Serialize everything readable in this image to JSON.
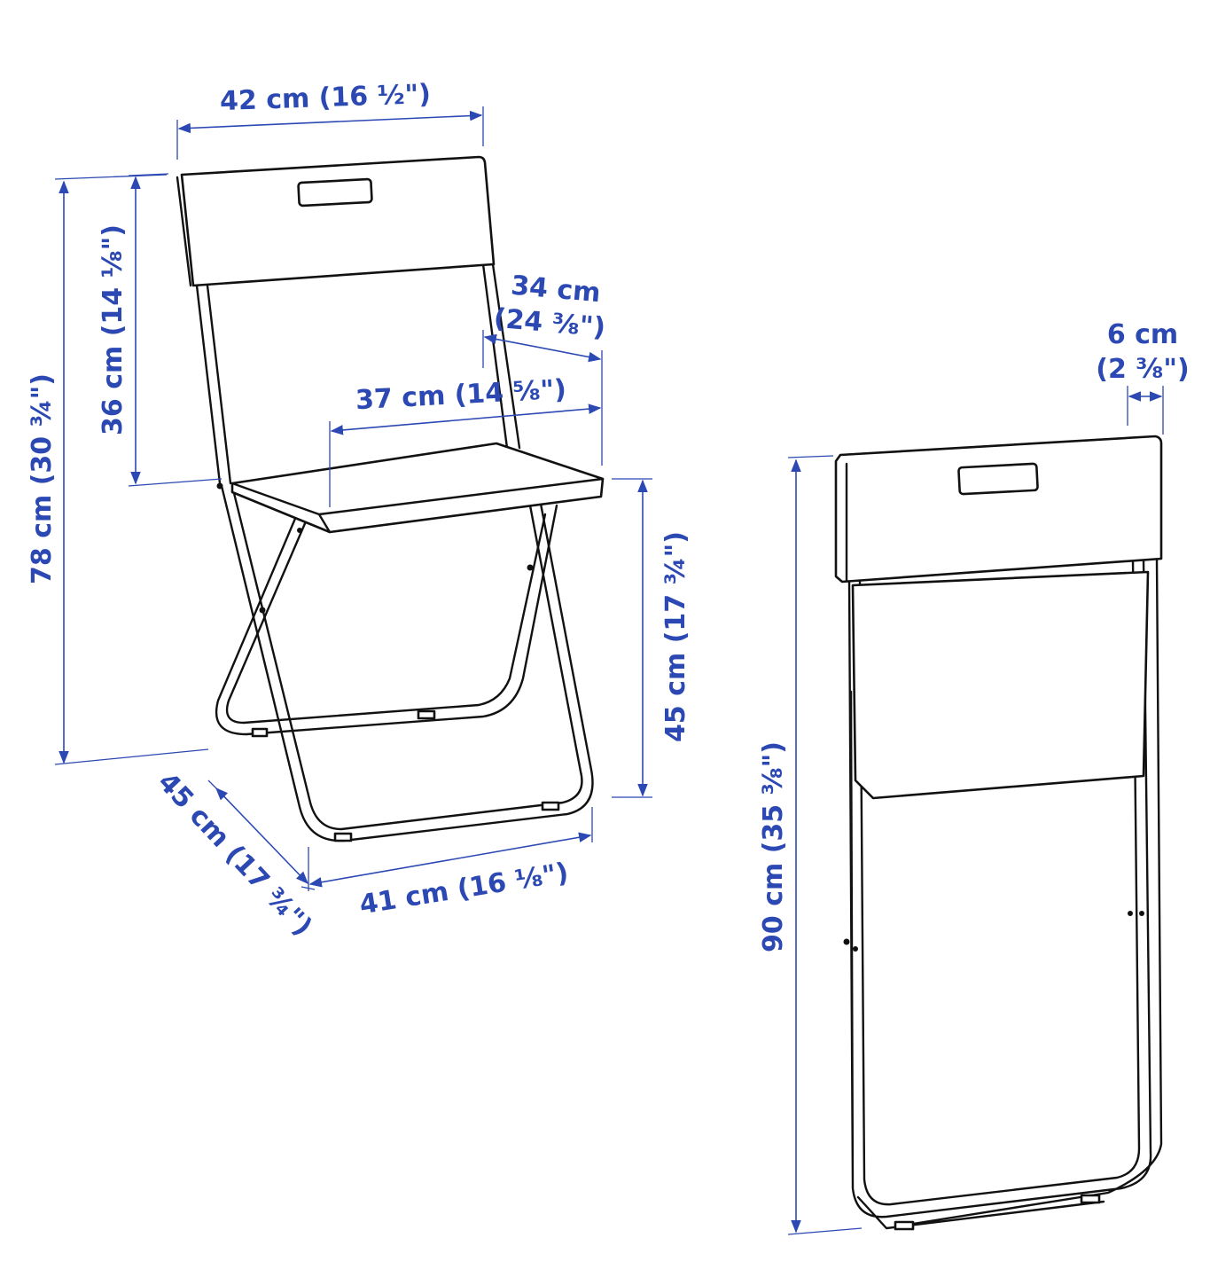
{
  "colors": {
    "dimension": "#2b48b3",
    "outline": "#111111",
    "background": "#ffffff"
  },
  "unfolded_chair": {
    "backrest_width": "42 cm (16 ½\")",
    "total_height": "78 cm (30 ¾\")",
    "backrest_height": "36 cm (14 ⅛\")",
    "seat_depth_cm": "34 cm",
    "seat_depth_in": "(24 ⅜\")",
    "seat_width": "37 cm (14 ⅝\")",
    "seat_height": "45 cm (17 ¾\")",
    "depth": "45 cm (17 ¾\")",
    "width": "41 cm (16 ⅛\")"
  },
  "folded_chair": {
    "thickness_cm": "6 cm",
    "thickness_in": "(2 ⅜\")",
    "height": "90 cm (35 ⅜\")"
  }
}
